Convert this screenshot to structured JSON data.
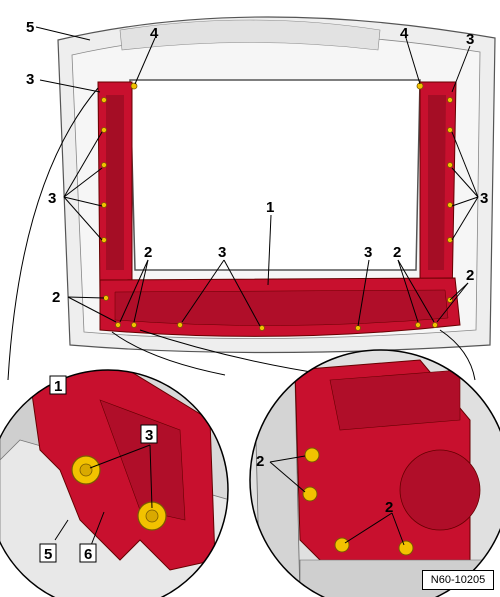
{
  "callouts": {
    "frame_top_5": "5",
    "screw_top_left_4": "4",
    "screw_top_right_4": "4",
    "clip_top_left_3": "3",
    "clip_top_right_3": "3",
    "clips_left_3": "3",
    "clips_right_3": "3",
    "bracket_1": "1",
    "clips_bottom_left_2": "2",
    "clips_bottom_right_2": "2",
    "clips_center_3a": "3",
    "clips_center_3b": "3",
    "clips_lower_left_2": "2",
    "clips_lower_right_2": "2",
    "detail_left_1": "1",
    "detail_left_3": "3",
    "detail_left_5": "5",
    "detail_left_6": "6",
    "detail_right_2a": "2",
    "detail_right_2b": "2"
  },
  "reference_code": "N60-10205",
  "colors": {
    "bracket_red": "#c8102e",
    "frame_gray": "#e6e6e6",
    "screw_yellow": "#f2c200"
  }
}
